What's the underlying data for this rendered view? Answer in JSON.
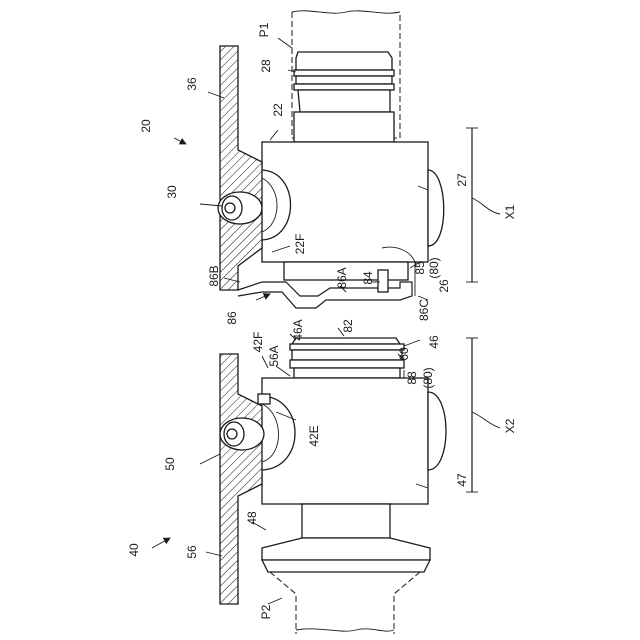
{
  "figure": {
    "labels": {
      "n20": "20",
      "n22": "22",
      "n22F": "22F",
      "n26": "26",
      "n27": "27",
      "n28": "28",
      "n30": "30",
      "n36": "36",
      "n40": "40",
      "n42E": "42E",
      "n42F": "42F",
      "n46": "46",
      "n46A": "46A",
      "n47": "47",
      "n48": "48",
      "n50": "50",
      "n56": "56",
      "n56A": "56A",
      "n60": "60",
      "n82": "82",
      "n84": "84",
      "n85": "85",
      "n85_80": "(80)",
      "n86": "86",
      "n86A": "86A",
      "n86B": "86B",
      "n86C": "86C",
      "n88": "88",
      "n88_80": "(80)",
      "P1": "P1",
      "P2": "P2",
      "X1": "X1",
      "X2": "X2"
    }
  }
}
